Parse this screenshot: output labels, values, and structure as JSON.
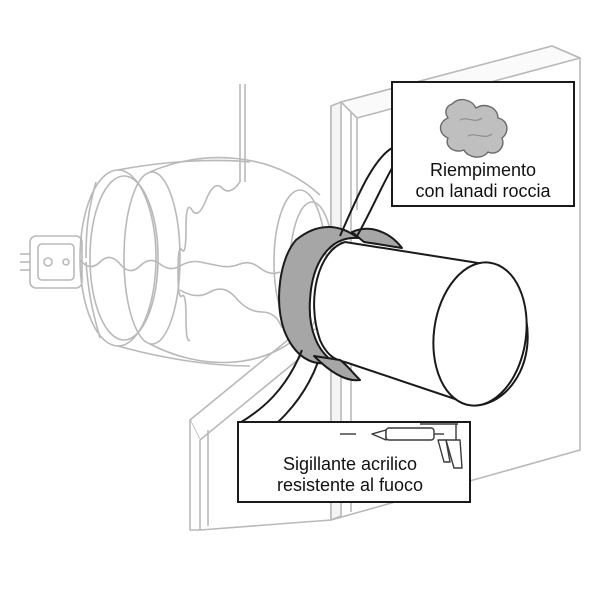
{
  "callouts": {
    "mineral_wool": {
      "line1": "Riempimento",
      "line2": "con lanadi roccia",
      "icon": "rock-wool-icon"
    },
    "acrylic_sealant": {
      "line1": "Sigillante acrilico",
      "line2": "resistente al fuoco",
      "icon": "caulking-gun-icon"
    }
  },
  "colors": {
    "outline": "#1a1a1a",
    "ghost_outline": "#b9b9b9",
    "fill_material": "#a6a6a6",
    "wool": "#bfbfbf",
    "background": "#ffffff"
  }
}
